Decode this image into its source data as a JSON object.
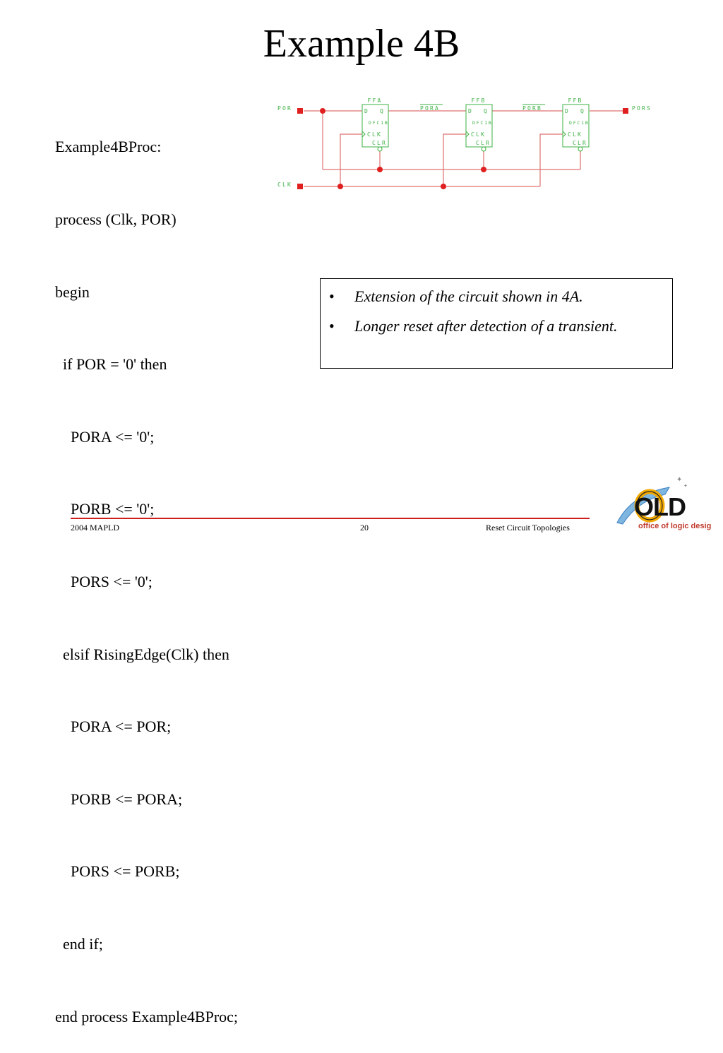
{
  "title": "Example 4B",
  "code_lines": [
    "Example4BProc:",
    "process (Clk, POR)",
    "begin",
    "  if POR = '0' then",
    "    PORA <= '0';",
    "    PORB <= '0';",
    "    PORS <= '0';",
    "  elsif RisingEdge(Clk) then",
    "    PORA <= POR;",
    "    PORB <= PORA;",
    "    PORS <= PORB;",
    "  end if;",
    "end process Example4BProc;"
  ],
  "schematic": {
    "wire_color": "#e07070",
    "label_color": "#3cb043",
    "node_color": "#e02020",
    "nets": {
      "por": "POR",
      "clk": "CLK",
      "pora": "PORA",
      "porb": "PORB",
      "pors": "PORS"
    },
    "flipflops": [
      {
        "instance": "FFA",
        "cell": "DFC1B",
        "d": "D",
        "q": "Q",
        "clk": "CLK",
        "clr": "CLR"
      },
      {
        "instance": "FFB",
        "cell": "DFC1B",
        "d": "D",
        "q": "Q",
        "clk": "CLK",
        "clr": "CLR"
      },
      {
        "instance": "FFB",
        "cell": "DFC1B",
        "d": "D",
        "q": "Q",
        "clk": "CLK",
        "clr": "CLR"
      }
    ]
  },
  "notes": [
    {
      "bullet": "•",
      "text": "Extension of the circuit shown in 4A."
    },
    {
      "bullet": "•",
      "text": "Longer reset after detection of a transient."
    }
  ],
  "footer": {
    "left": "2004 MAPLD",
    "center": "20",
    "right": "Reset Circuit Topologies",
    "rule_color": "#cc1f1f"
  },
  "logo": {
    "text": "OLD",
    "tagline": "office of logic design"
  }
}
